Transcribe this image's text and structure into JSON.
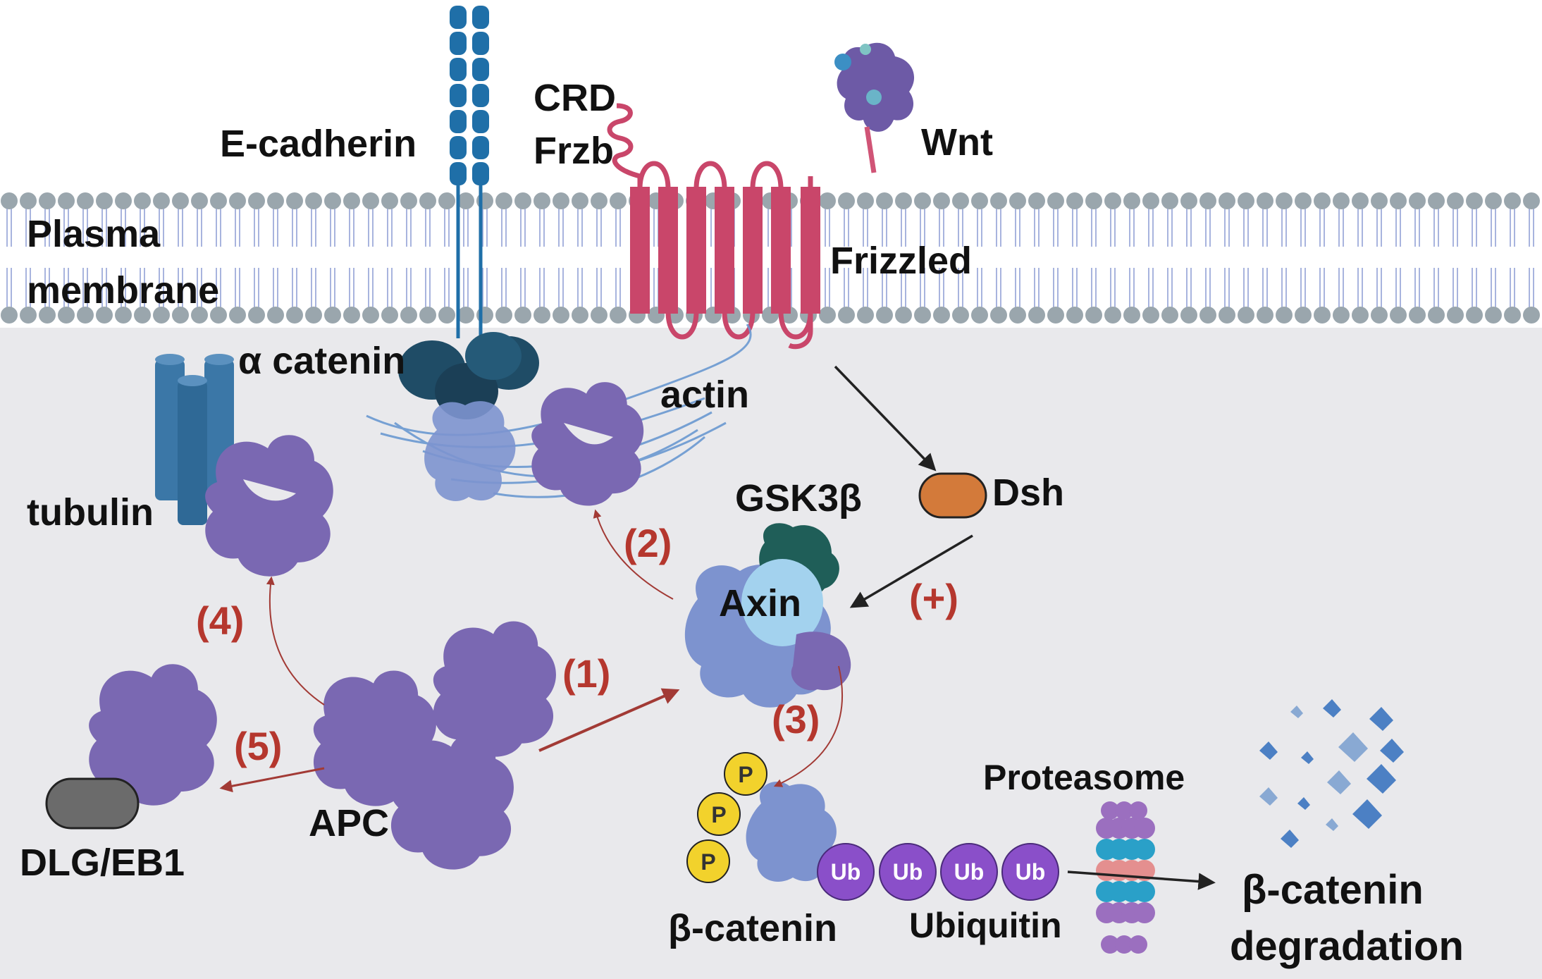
{
  "labels": {
    "e_cadherin": "E-cadherin",
    "crd": "CRD",
    "frzb": "Frzb",
    "wnt": "Wnt",
    "plasma": "Plasma",
    "membrane": "membrane",
    "frizzled": "Frizzled",
    "alpha_catenin": "α catenin",
    "actin": "actin",
    "tubulin": "tubulin",
    "gsk3b": "GSK3β",
    "dsh": "Dsh",
    "axin": "Axin",
    "apc": "APC",
    "dlg_eb1": "DLG/EB1",
    "proteasome": "Proteasome",
    "beta_catenin": "β-catenin",
    "ubiquitin": "Ubiquitin",
    "degradation_line1": "β-catenin",
    "degradation_line2": "degradation"
  },
  "steps": {
    "s1": "(1)",
    "s2": "(2)",
    "s3": "(3)",
    "s4": "(4)",
    "s5": "(5)",
    "plus": "(+)"
  },
  "phospho_label": "P",
  "ub_label": "Ub",
  "colors": {
    "background": "#e9e9ec",
    "membrane_head": "#9aa6ad",
    "membrane_tail": "#a8b4de",
    "protein_purple": "#7a68b2",
    "axin_blue": "#7d93cf",
    "cadherin_blue": "#1f6fa8",
    "catenin_navy": "#1f4c66",
    "frizzled_red": "#c9466a",
    "dsh_orange": "#d37a3a",
    "gsk_teal": "#1f5e58",
    "phospho_yellow": "#f2d22c",
    "ub_violet": "#8a4fc9",
    "step_red": "#b5372e",
    "arrow_dark": "#222222"
  }
}
